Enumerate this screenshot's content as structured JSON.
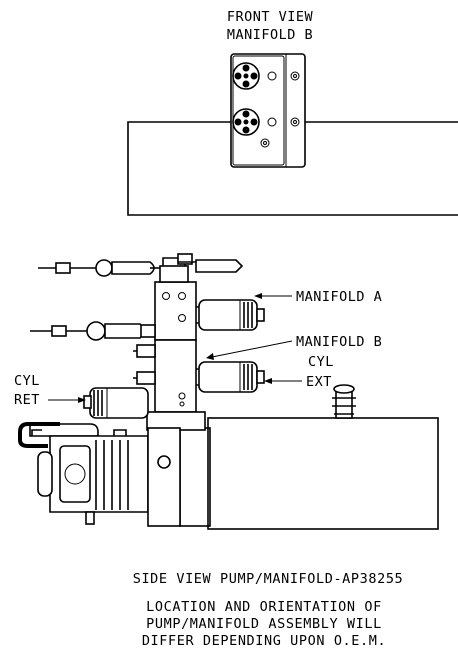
{
  "front_view": {
    "title_line1": "FRONT VIEW",
    "title_line2": "MANIFOLD B"
  },
  "labels": {
    "manifold_a": "MANIFOLD A",
    "manifold_b": "MANIFOLD B",
    "cyl_ext_line1": "CYL",
    "cyl_ext_line2": "EXT",
    "cyl_ret_line1": "CYL",
    "cyl_ret_line2": "RET"
  },
  "caption": {
    "line1": "SIDE VIEW PUMP/MANIFOLD-AP38255",
    "line2": "LOCATION AND ORIENTATION OF",
    "line3": "PUMP/MANIFOLD ASSEMBLY WILL",
    "line4": "DIFFER DEPENDING UPON O.E.M."
  }
}
